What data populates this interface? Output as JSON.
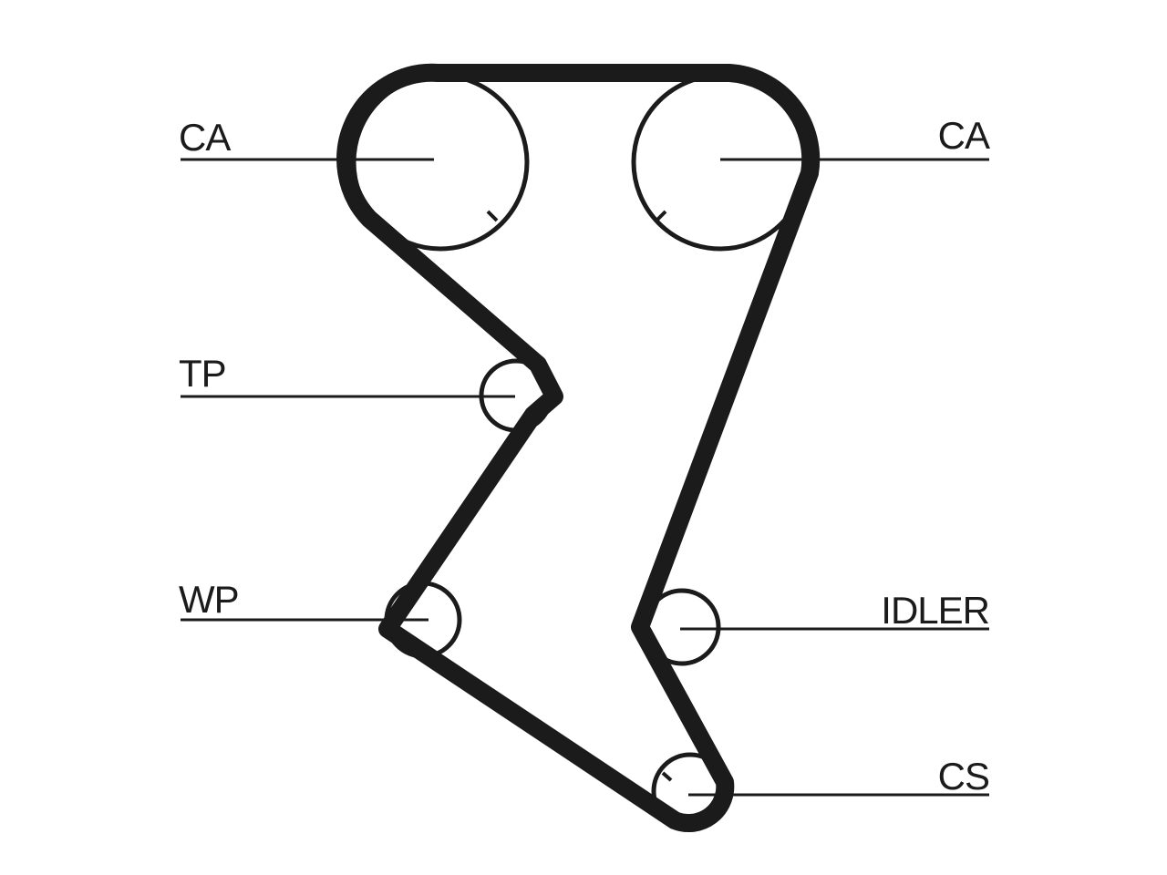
{
  "colors": {
    "ink": "#1b1b1b",
    "background": "#ffffff"
  },
  "labels": {
    "cam_left": "CA",
    "cam_right": "CA",
    "tensioner": "TP",
    "water_pump": "WP",
    "idler": "IDLER",
    "crankshaft": "CS"
  }
}
